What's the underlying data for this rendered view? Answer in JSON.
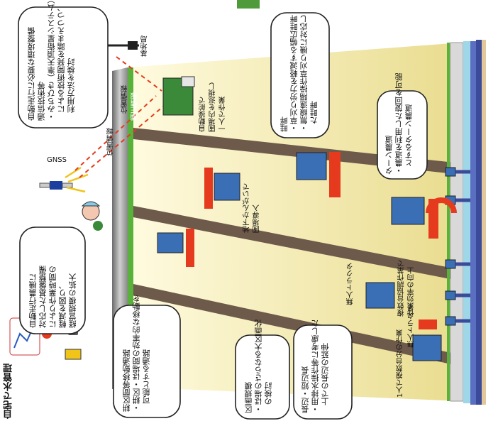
{
  "callouts": {
    "comm": "自動走行に必要な環境整備\n通信技術等\n・みちびき（準天頂衛星システム）\n　による技術開発を踏まえつつ、\n　利用方法を検討",
    "water": "自宅で水管理",
    "farmer": "自動走行農機に\n対応した基盤整備\nにより作業時間の\n軽減を図り、\n経営規模の拡大",
    "road": "耕区間等移動通路\n・耕区・ほ場間の効率的な移動を\n　可能とする通路",
    "block": "区画規模\n・ほ場のさらなる大区画化\n　の検討",
    "edge": "畦畔\n・草刈り労力を軽減する幅広畦畔\n・無線遠隔操作草刈り機に対応し\n　た畦畔",
    "turn": "ターン農道\n・農道を利用した旋回を可能\n　とするターン農道",
    "side": "長辺・短辺長\n・用排水操作等に考慮した\n　上での長辺の延伸"
  },
  "labels": {
    "gnss": "GNSS",
    "position1": "位置情報",
    "position2": "位置情報",
    "base_station": "基地局",
    "correction": "補正情報",
    "supervise": "自動操舵で\n圃場内を巡視し\n一人で作業",
    "underground": "地下かんがいで\n圃場導入",
    "unmanned1": "無人トラクタ",
    "unmanned2": "無人トラクタ",
    "multi": "複数台協調作業で\n作業効率の向上",
    "one_person": "1人で複数台分の作業"
  },
  "colors": {
    "field_light": "#fbf6c6",
    "field_dark": "#e7d98a",
    "ridge": "#6e5a4a",
    "water_channel": "#5b6fc0",
    "green_strip": "#57b13a",
    "accent_red": "#e53a1e"
  }
}
